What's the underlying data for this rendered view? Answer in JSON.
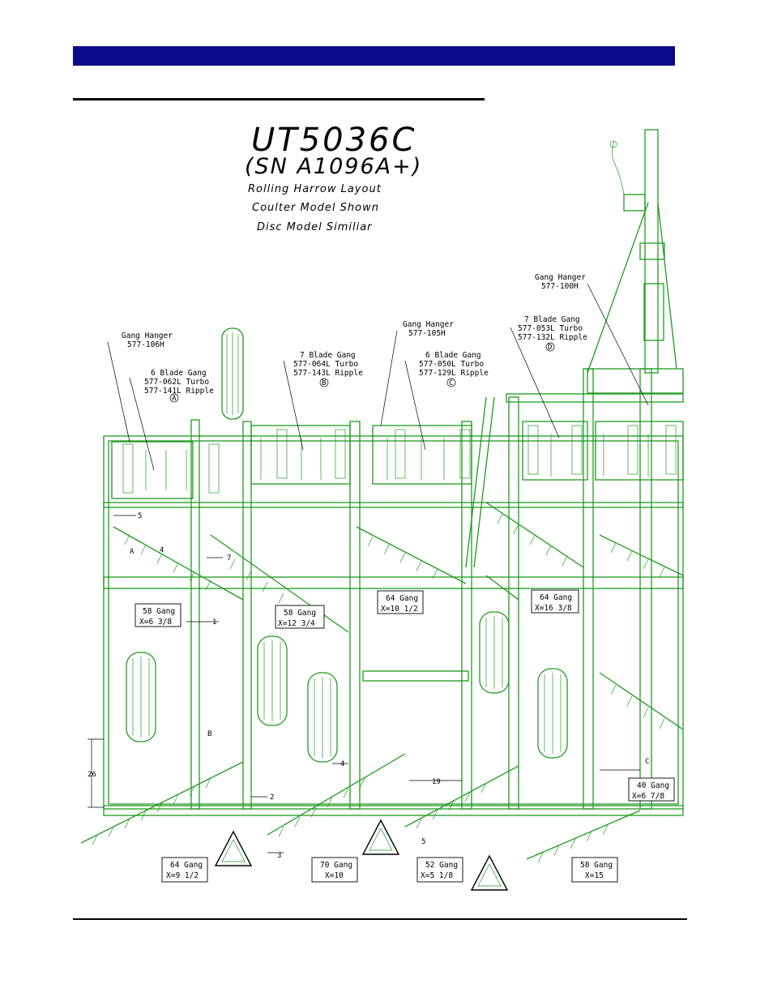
{
  "title": {
    "model": "UT5036C",
    "serial": "(SN A1096A+)",
    "line1": "Rolling Harrow Layout",
    "line2": "Coulter Model Shown",
    "line3": "Disc Model Similiar"
  },
  "callouts": {
    "hanger_106h": [
      "Gang Hanger",
      "577-106H"
    ],
    "hanger_105h": [
      "Gang Hanger",
      "577-105H"
    ],
    "hanger_100h": [
      "Gang Hanger",
      "577-100H"
    ],
    "gang_a": [
      "6 Blade Gang",
      "577-062L Turbo",
      "577-141L Ripple"
    ],
    "gang_b": [
      "7 Blade Gang",
      "577-064L Turbo",
      "577-143L Ripple"
    ],
    "gang_c": [
      "6 Blade Gang",
      "577-050L Turbo",
      "577-129L Ripple"
    ],
    "gang_d": [
      "7 Blade Gang",
      "577-053L Turbo",
      "577-132L Ripple"
    ],
    "markers": {
      "a": "A",
      "b": "B",
      "c": "C",
      "d": "D"
    }
  },
  "gang_boxes": [
    {
      "name": "58 Gang",
      "x": "X=6 3/8"
    },
    {
      "name": "58 Gang",
      "x": "X=12 3/4"
    },
    {
      "name": "64 Gang",
      "x": "X=10 1/2"
    },
    {
      "name": "64 Gang",
      "x": "X=16 3/8"
    },
    {
      "name": "40 Gang",
      "x": "X=6 7/8"
    },
    {
      "name": "64 Gang",
      "x": "X=9 1/2"
    },
    {
      "name": "70 Gang",
      "x": "X=10"
    },
    {
      "name": "52 Gang",
      "x": "X=5 1/8"
    },
    {
      "name": "58 Gang",
      "x": "X=15"
    }
  ],
  "dimensions": {
    "d5": "5",
    "d4": "4",
    "d7": "7",
    "d1": "1",
    "d26": "26",
    "d2": "2",
    "d3": "3",
    "d19": "19",
    "d4b": "4",
    "d5b": "5",
    "dA": "A",
    "dB": "B",
    "dC": "C"
  }
}
